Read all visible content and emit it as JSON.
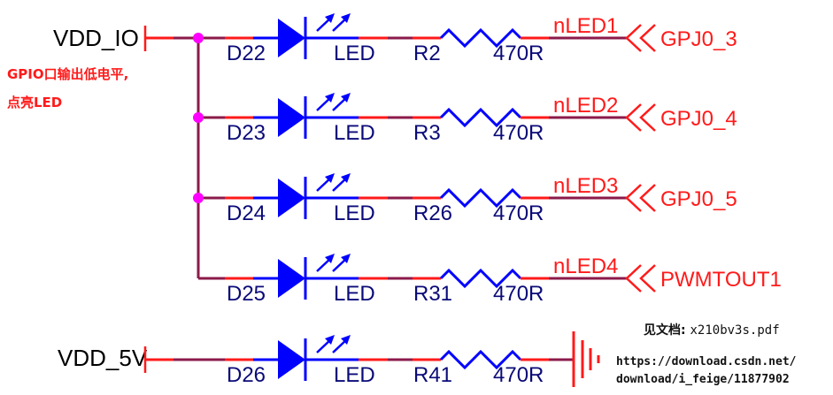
{
  "colors": {
    "wire": "#8b1a4a",
    "pin": "#ff1a1a",
    "component": "#0000ff",
    "junction": "#ff00ff",
    "designator": "#0a0a78",
    "net_label": "#ff1a1a"
  },
  "power_rails": [
    {
      "name": "VDD_IO"
    },
    {
      "name": "VDD_5V"
    }
  ],
  "note": {
    "line1": "GPIO口输出低电平,",
    "line2": "点亮LED"
  },
  "reference": {
    "doc_label": "见文档:",
    "doc_name": "x210bv3s.pdf",
    "url_line1": "https://download.csdn.net/",
    "url_line2": "download/i_feige/11877902"
  },
  "branches": [
    {
      "diode": "D22",
      "diode_type": "LED",
      "resistor": "R2",
      "value": "470R",
      "net": "nLED1",
      "port": "GPJ0_3",
      "rail": "VDD_IO"
    },
    {
      "diode": "D23",
      "diode_type": "LED",
      "resistor": "R3",
      "value": "470R",
      "net": "nLED2",
      "port": "GPJ0_4",
      "rail": "VDD_IO"
    },
    {
      "diode": "D24",
      "diode_type": "LED",
      "resistor": "R26",
      "value": "470R",
      "net": "nLED3",
      "port": "GPJ0_5",
      "rail": "VDD_IO"
    },
    {
      "diode": "D25",
      "diode_type": "LED",
      "resistor": "R31",
      "value": "470R",
      "net": "nLED4",
      "port": "PWMTOUT1",
      "rail": "VDD_IO"
    },
    {
      "diode": "D26",
      "diode_type": "LED",
      "resistor": "R41",
      "value": "470R",
      "net": "",
      "port": "",
      "rail": "VDD_5V",
      "terminal": "ground"
    }
  ]
}
